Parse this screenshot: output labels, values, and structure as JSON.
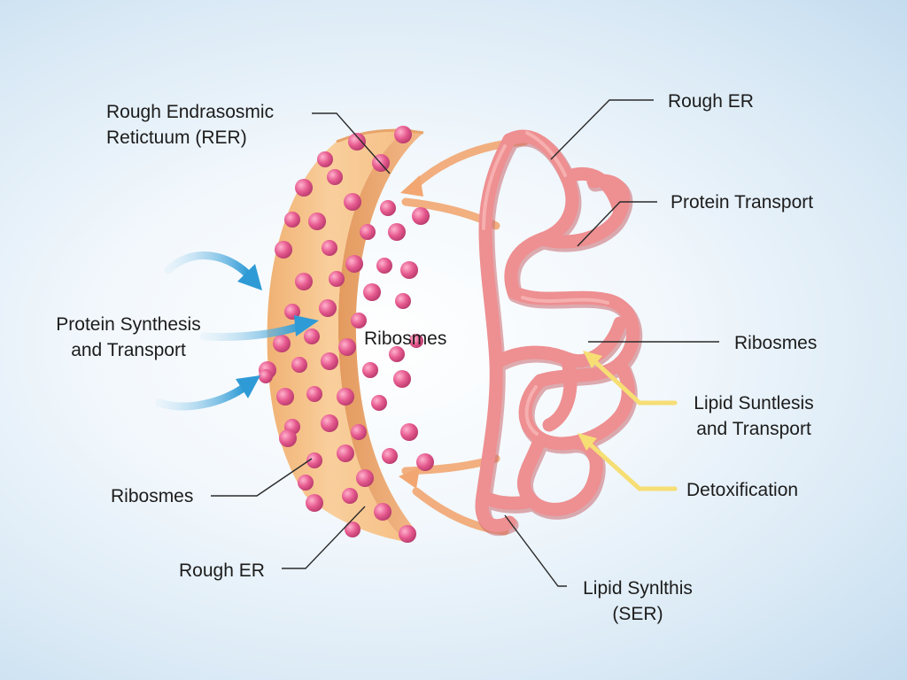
{
  "labels": {
    "rer": {
      "line1": "Rough Endrasosmic",
      "line2": "Retictuum (RER)"
    },
    "rough_er_top_right": "Rough ER",
    "protein_transport": "Protein Transport",
    "protein_synthesis": {
      "line1": "Protein Synthesis",
      "line2": "and Transport"
    },
    "ribosomes_center": "Ribosmes",
    "ribosomes_right": "Ribosmes",
    "lipid_suntlesis": {
      "line1": "Lipid Suntlesis",
      "line2": "and Transport"
    },
    "detoxification": "Detoxification",
    "ribosomes_left": "Ribosmes",
    "rough_er_bottom_left": "Rough ER",
    "lipid_synlthis": {
      "line1": "Lipid Synlthis",
      "line2": "(SER)"
    }
  },
  "colors": {
    "rough_er_body": "#f7c48a",
    "ribosome": "#e65a8f",
    "smooth_er": "#ec8c8e",
    "connector": "#f2a772",
    "blue_arrow": "#3aa3d8",
    "yellow_arrow": "#f6de74",
    "leader_line": "#2a2a2a"
  }
}
